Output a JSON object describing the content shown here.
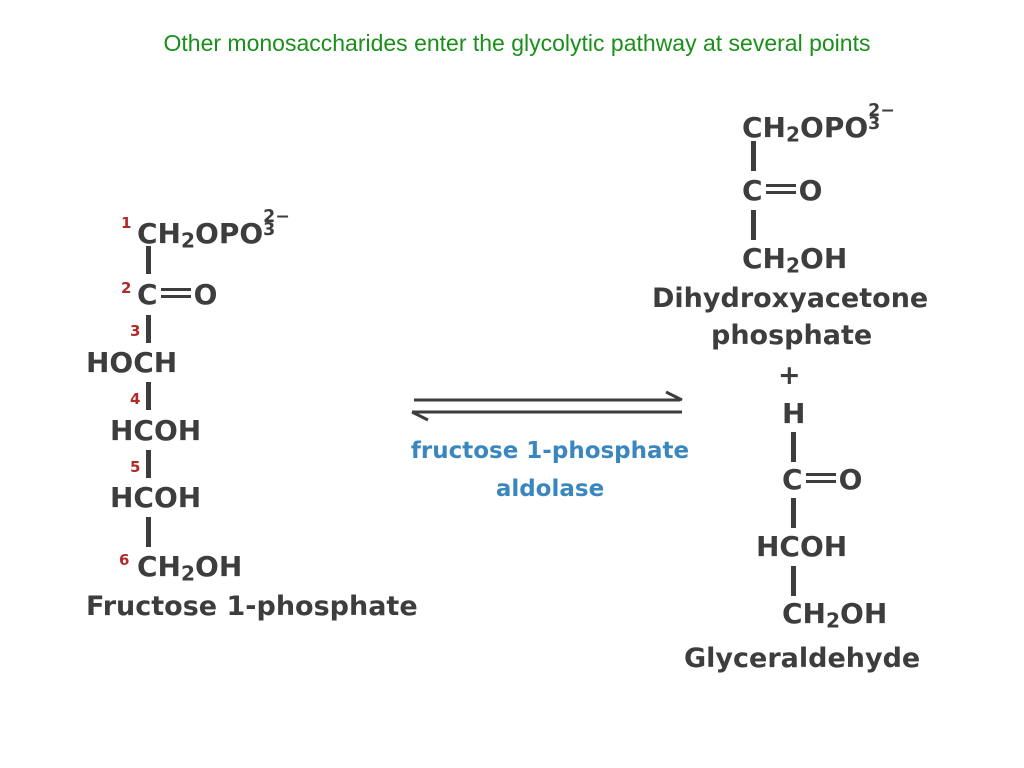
{
  "title": "Other monosaccharides enter the glycolytic pathway at several points",
  "fructose_1_phosphate": {
    "name": "Fructose 1-phosphate",
    "carbon_numbers": [
      "1",
      "2",
      "3",
      "4",
      "5",
      "6"
    ],
    "c1": {
      "main": "CH",
      "sub1": "2",
      "mid": "OPO",
      "sup": "2−",
      "sub2": "3"
    },
    "c2": {
      "left": "C",
      "right": "O"
    },
    "c3": "HOCH",
    "c4": "HCOH",
    "c5": "HCOH",
    "c6": {
      "main": "CH",
      "sub": "2",
      "end": "OH"
    }
  },
  "enzyme": {
    "line1": "fructose 1-phosphate",
    "line2": "aldolase"
  },
  "dihydroxyacetone_phosphate": {
    "name_line1": "Dihydroxyacetone",
    "name_line2": "phosphate",
    "top": {
      "main": "CH",
      "sub1": "2",
      "mid": "OPO",
      "sup": "2−",
      "sub2": "3"
    },
    "middle": {
      "left": "C",
      "right": "O"
    },
    "bottom": {
      "main": "CH",
      "sub": "2",
      "end": "OH"
    }
  },
  "plus": "+",
  "glyceraldehyde": {
    "name": "Glyceraldehyde",
    "top": "H",
    "aldehyde": {
      "left": "C",
      "right": "O"
    },
    "middle": "HCOH",
    "bottom": {
      "main": "CH",
      "sub": "2",
      "end": "OH"
    }
  }
}
